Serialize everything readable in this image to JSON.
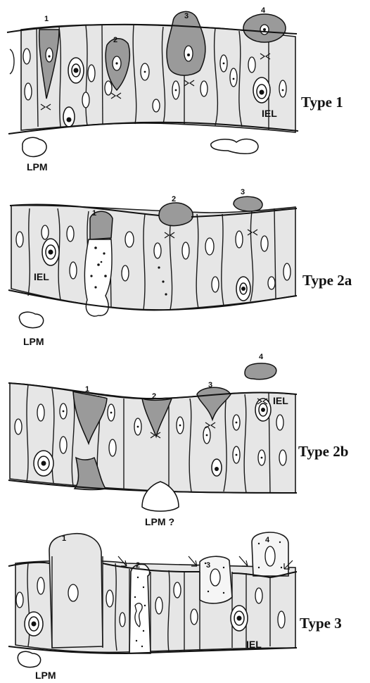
{
  "panels": [
    {
      "type_label": "Type 1",
      "numbers": [
        "1",
        "2",
        "3",
        "4"
      ],
      "labels": [
        "IEL",
        "LPM"
      ]
    },
    {
      "type_label": "Type 2a",
      "numbers": [
        "1",
        "2",
        "3"
      ],
      "labels": [
        "IEL",
        "LPM"
      ]
    },
    {
      "type_label": "Type 2b",
      "numbers": [
        "1",
        "2",
        "3",
        "4"
      ],
      "labels": [
        "IEL",
        "LPM ?"
      ]
    },
    {
      "type_label": "Type 3",
      "numbers": [
        "1",
        "2",
        "3",
        "4"
      ],
      "labels": [
        "IEL",
        "LPM"
      ]
    }
  ],
  "colors": {
    "cell": "#e6e6e6",
    "extruding_cell": "#9a9a9a",
    "outline": "#111111",
    "background": "#ffffff"
  }
}
